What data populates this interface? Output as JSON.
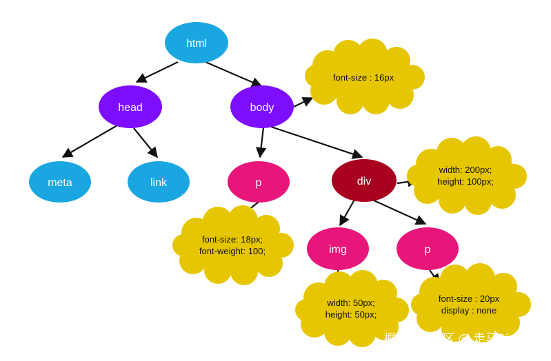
{
  "colors": {
    "root": "#1aa6e0",
    "leaf_blue": "#1aa6e0",
    "purple": "#7e0dff",
    "pink": "#e8157a",
    "crimson": "#a8001e",
    "cloud": "#e6c600",
    "edge": "#111111"
  },
  "nodes": {
    "html": "html",
    "head": "head",
    "body": "body",
    "meta": "meta",
    "link": "link",
    "p1": "p",
    "div": "div",
    "img": "img",
    "p2": "p"
  },
  "clouds": {
    "body_style": [
      "font-size : 16px"
    ],
    "div_style": [
      "width: 200px;",
      "height: 100px;"
    ],
    "p1_style": [
      "font-size: 18px;",
      "font-weight: 100;"
    ],
    "img_style": [
      "width: 50px;",
      "height: 50px;"
    ],
    "p2_style": [
      "font-size : 20px",
      "display : none"
    ]
  },
  "watermark": "掘金技术社区 @ 走马Ricardo"
}
